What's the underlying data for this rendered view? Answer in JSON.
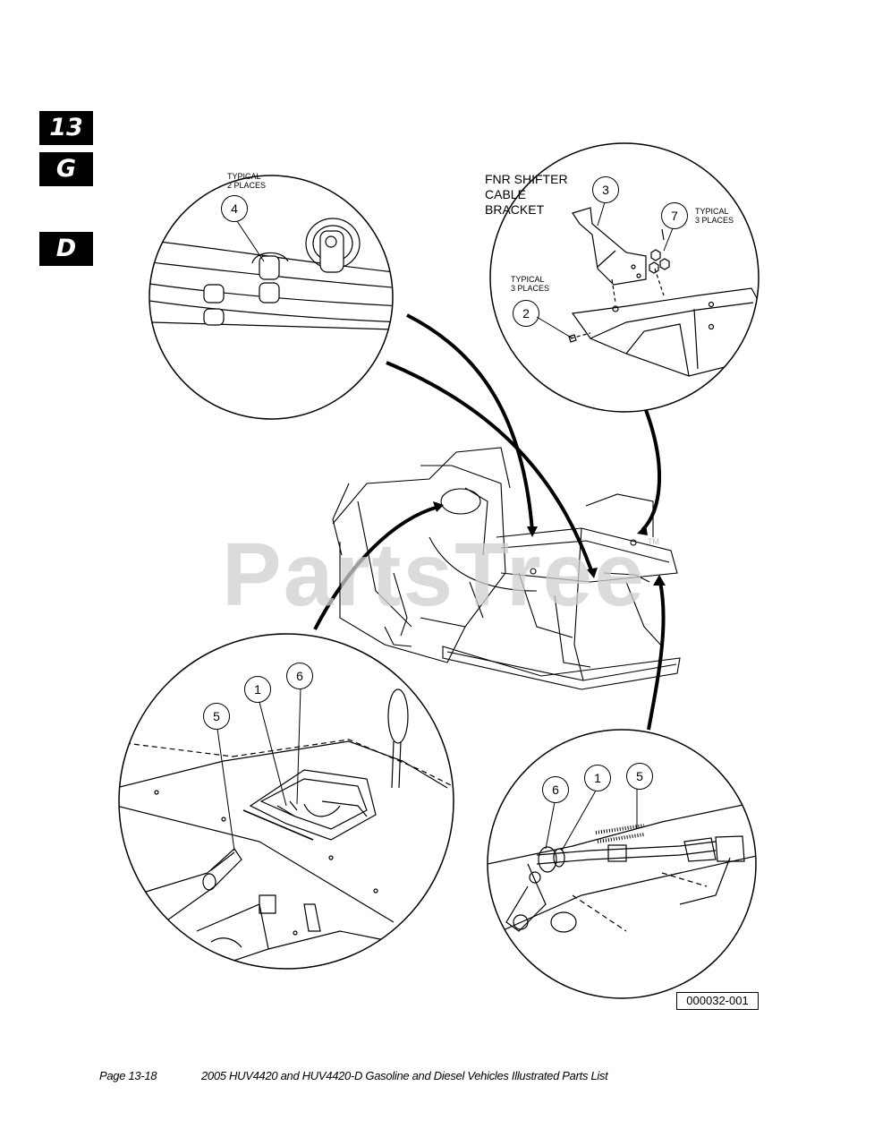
{
  "tabs": [
    "13",
    "G",
    "D"
  ],
  "watermark": "PartsTree",
  "watermark_tm": "TM",
  "notes": {
    "typical_2_places": "TYPICAL\n2 PLACES",
    "typical_3_places_top": "TYPICAL\n3 PLACES",
    "typical_3_places_left": "TYPICAL\n3 PLACES",
    "fnr_label": "FNR SHIFTER\nCABLE\nBRACKET"
  },
  "callouts": {
    "c4": "4",
    "c3": "3",
    "c7": "7",
    "c2": "2",
    "c5a": "5",
    "c1a": "1",
    "c6a": "6",
    "c6b": "6",
    "c1b": "1",
    "c5b": "5"
  },
  "figure_id": "000032-001",
  "footer": {
    "page": "Page 13-18",
    "title": "2005 HUV4420 and HUV4420-D Gasoline and Diesel Vehicles Illustrated Parts List"
  }
}
